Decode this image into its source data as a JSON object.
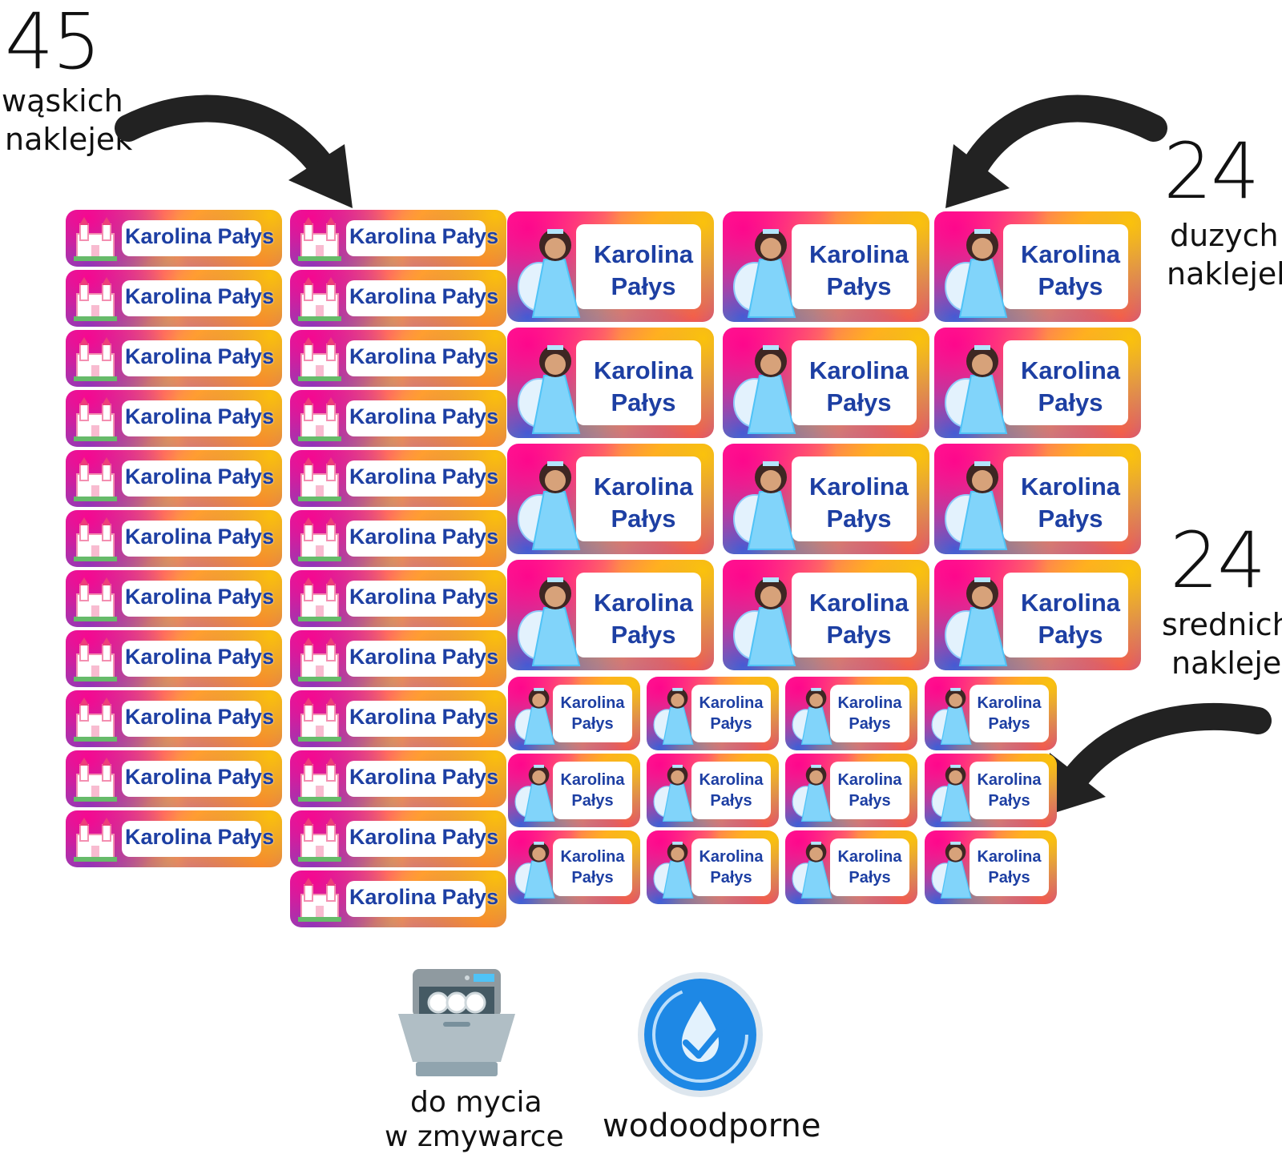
{
  "narrow": {
    "count": "45",
    "caption_line1": "wąskich",
    "caption_line2": "naklejek"
  },
  "large": {
    "count": "24",
    "caption_line1": "duzych",
    "caption_line2": "naklejek"
  },
  "medium": {
    "count": "24",
    "caption_line1": "srednich",
    "caption_line2": "naklejek"
  },
  "sticker_name_single": "Karolina Pałys",
  "sticker_name_line1": "Karolina",
  "sticker_name_line2": "Pałys",
  "features": {
    "dishwasher_line1": "do mycia",
    "dishwasher_line2": "w zmywarce",
    "waterproof": "wodoodporne"
  },
  "colors": {
    "name_text": "#1d3fa3",
    "arrow": "#222222",
    "waterproof_blue": "#1e88e5"
  },
  "icons": [
    "castle-icon",
    "princess-icon",
    "dishwasher-icon",
    "waterproof-drop-icon",
    "arrow-icon"
  ]
}
